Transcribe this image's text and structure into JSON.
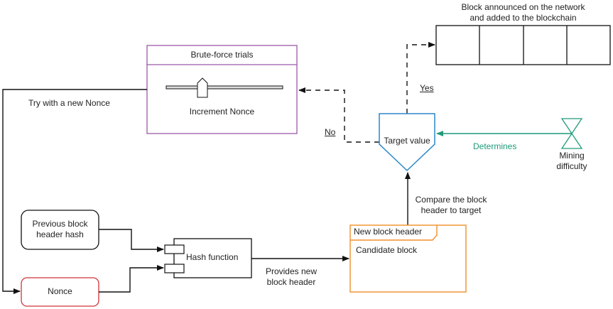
{
  "diagram": {
    "chain_caption_line1": "Block announced on the network",
    "chain_caption_line2": "and added to the blockchain",
    "chain_block_count": 4,
    "brute_force": {
      "title": "Brute-force trials",
      "caption": "Increment Nonce"
    },
    "try_new_nonce": "Try with a new Nonce",
    "yes_label": "Yes",
    "no_label": "No",
    "target_value": "Target value",
    "determines": "Determines",
    "mining_difficulty_line1": "Mining",
    "mining_difficulty_line2": "difficulty",
    "compare_line1": "Compare the block",
    "compare_line2": "header to target",
    "prev_hash_line1": "Previous block",
    "prev_hash_line2": "header hash",
    "nonce": "Nonce",
    "hash_function": "Hash function",
    "provides_line1": "Provides new",
    "provides_line2": "block header",
    "new_block_header": "New block header",
    "candidate_block": "Candidate block",
    "colors": {
      "brute_force_border": "#9b59a6",
      "target_border": "#2b87c8",
      "determines": "#1f9a7a",
      "nonce_border": "#d0333a",
      "candidate_border": "#f0902a"
    }
  }
}
